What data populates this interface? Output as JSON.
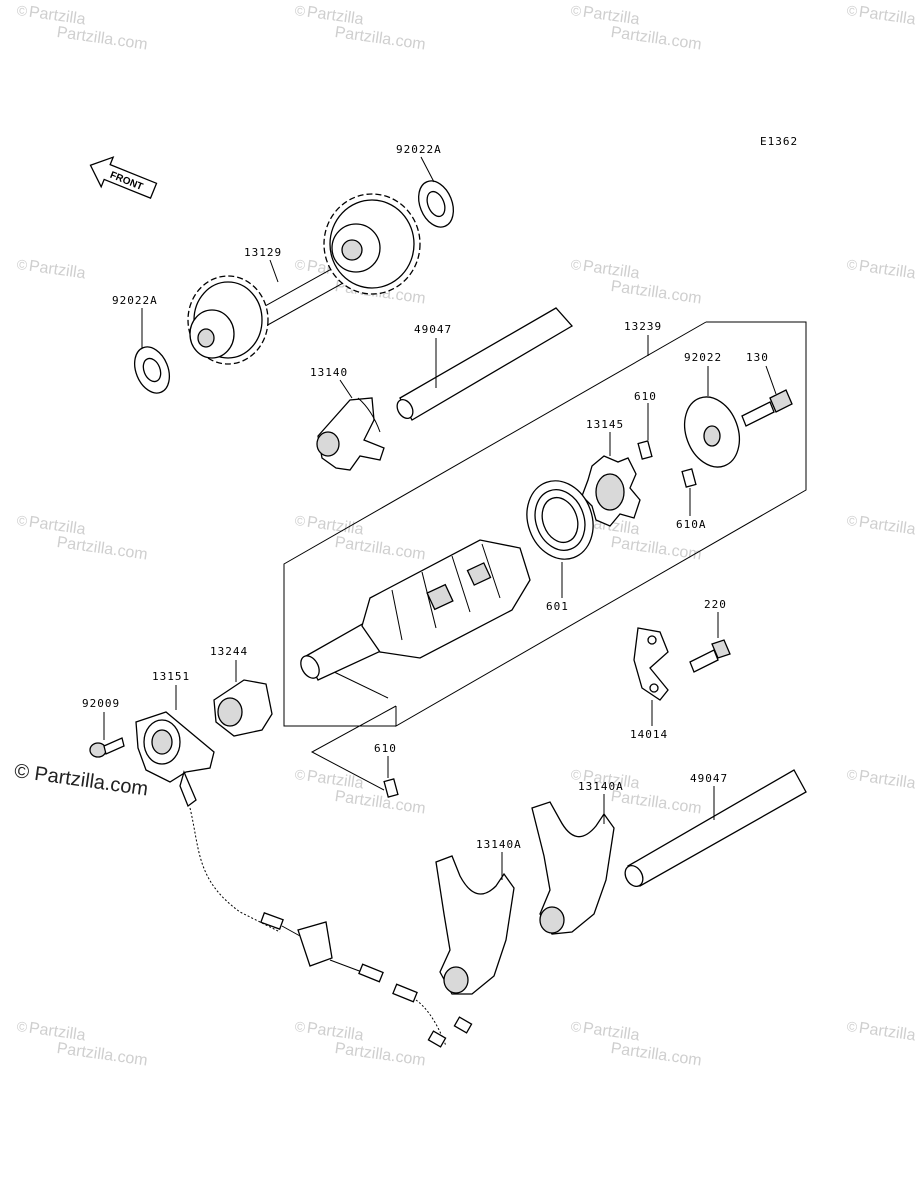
{
  "diagram_code": "E1362",
  "front_label": "FRONT",
  "watermark": {
    "symbol": "©",
    "site": "Partzilla",
    "domain": "Partzilla.com",
    "main_text": "© Partzilla.com"
  },
  "parts": {
    "p92022A_top": "92022A",
    "p13129": "13129",
    "p92022A_left": "92022A",
    "p49047_upper": "49047",
    "p13239": "13239",
    "p13140": "13140",
    "p92022": "92022",
    "p130": "130",
    "p610_upper": "610",
    "p13145": "13145",
    "p610A": "610A",
    "p601": "601",
    "p220": "220",
    "p13244": "13244",
    "p13151": "13151",
    "p92009": "92009",
    "p14014": "14014",
    "p610_lower": "610",
    "p13140A_right": "13140A",
    "p49047_lower": "49047",
    "p13140A_left": "13140A"
  },
  "colors": {
    "line": "#000000",
    "watermark": "#cfcfcf"
  }
}
